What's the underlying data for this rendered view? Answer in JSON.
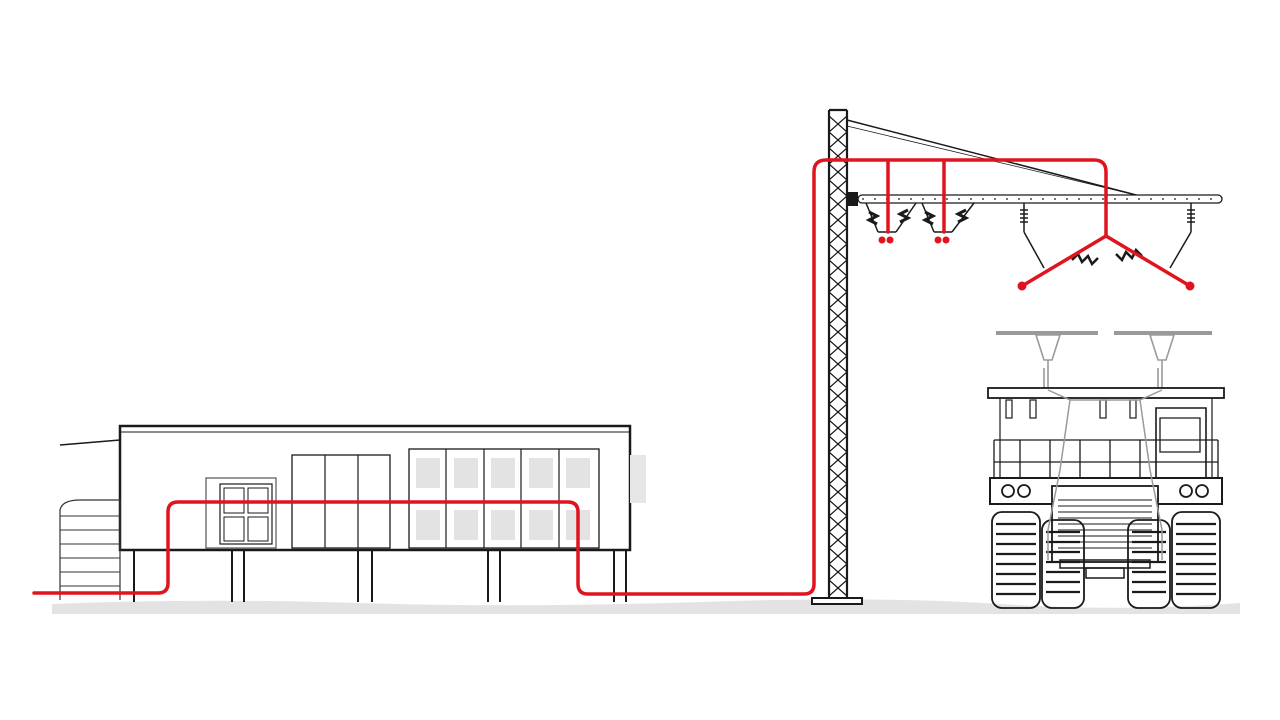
{
  "diagram": {
    "components": [
      {
        "id": "substation",
        "icon": "electrical-substation-building-icon"
      },
      {
        "id": "power-cable",
        "icon": "power-cable-icon"
      },
      {
        "id": "lattice-mast",
        "icon": "lattice-mast-icon"
      },
      {
        "id": "overhead-line",
        "icon": "overhead-contact-line-icon"
      },
      {
        "id": "truck",
        "icon": "electric-haul-truck-icon"
      },
      {
        "id": "pantograph",
        "icon": "pantograph-icon"
      }
    ],
    "colors": {
      "line": "#1a1a1a",
      "cable": "#e0141e",
      "ground": "#e3e3e3",
      "grey_fill": "#e6e6e6",
      "grey_line": "#9a9a9a"
    }
  }
}
